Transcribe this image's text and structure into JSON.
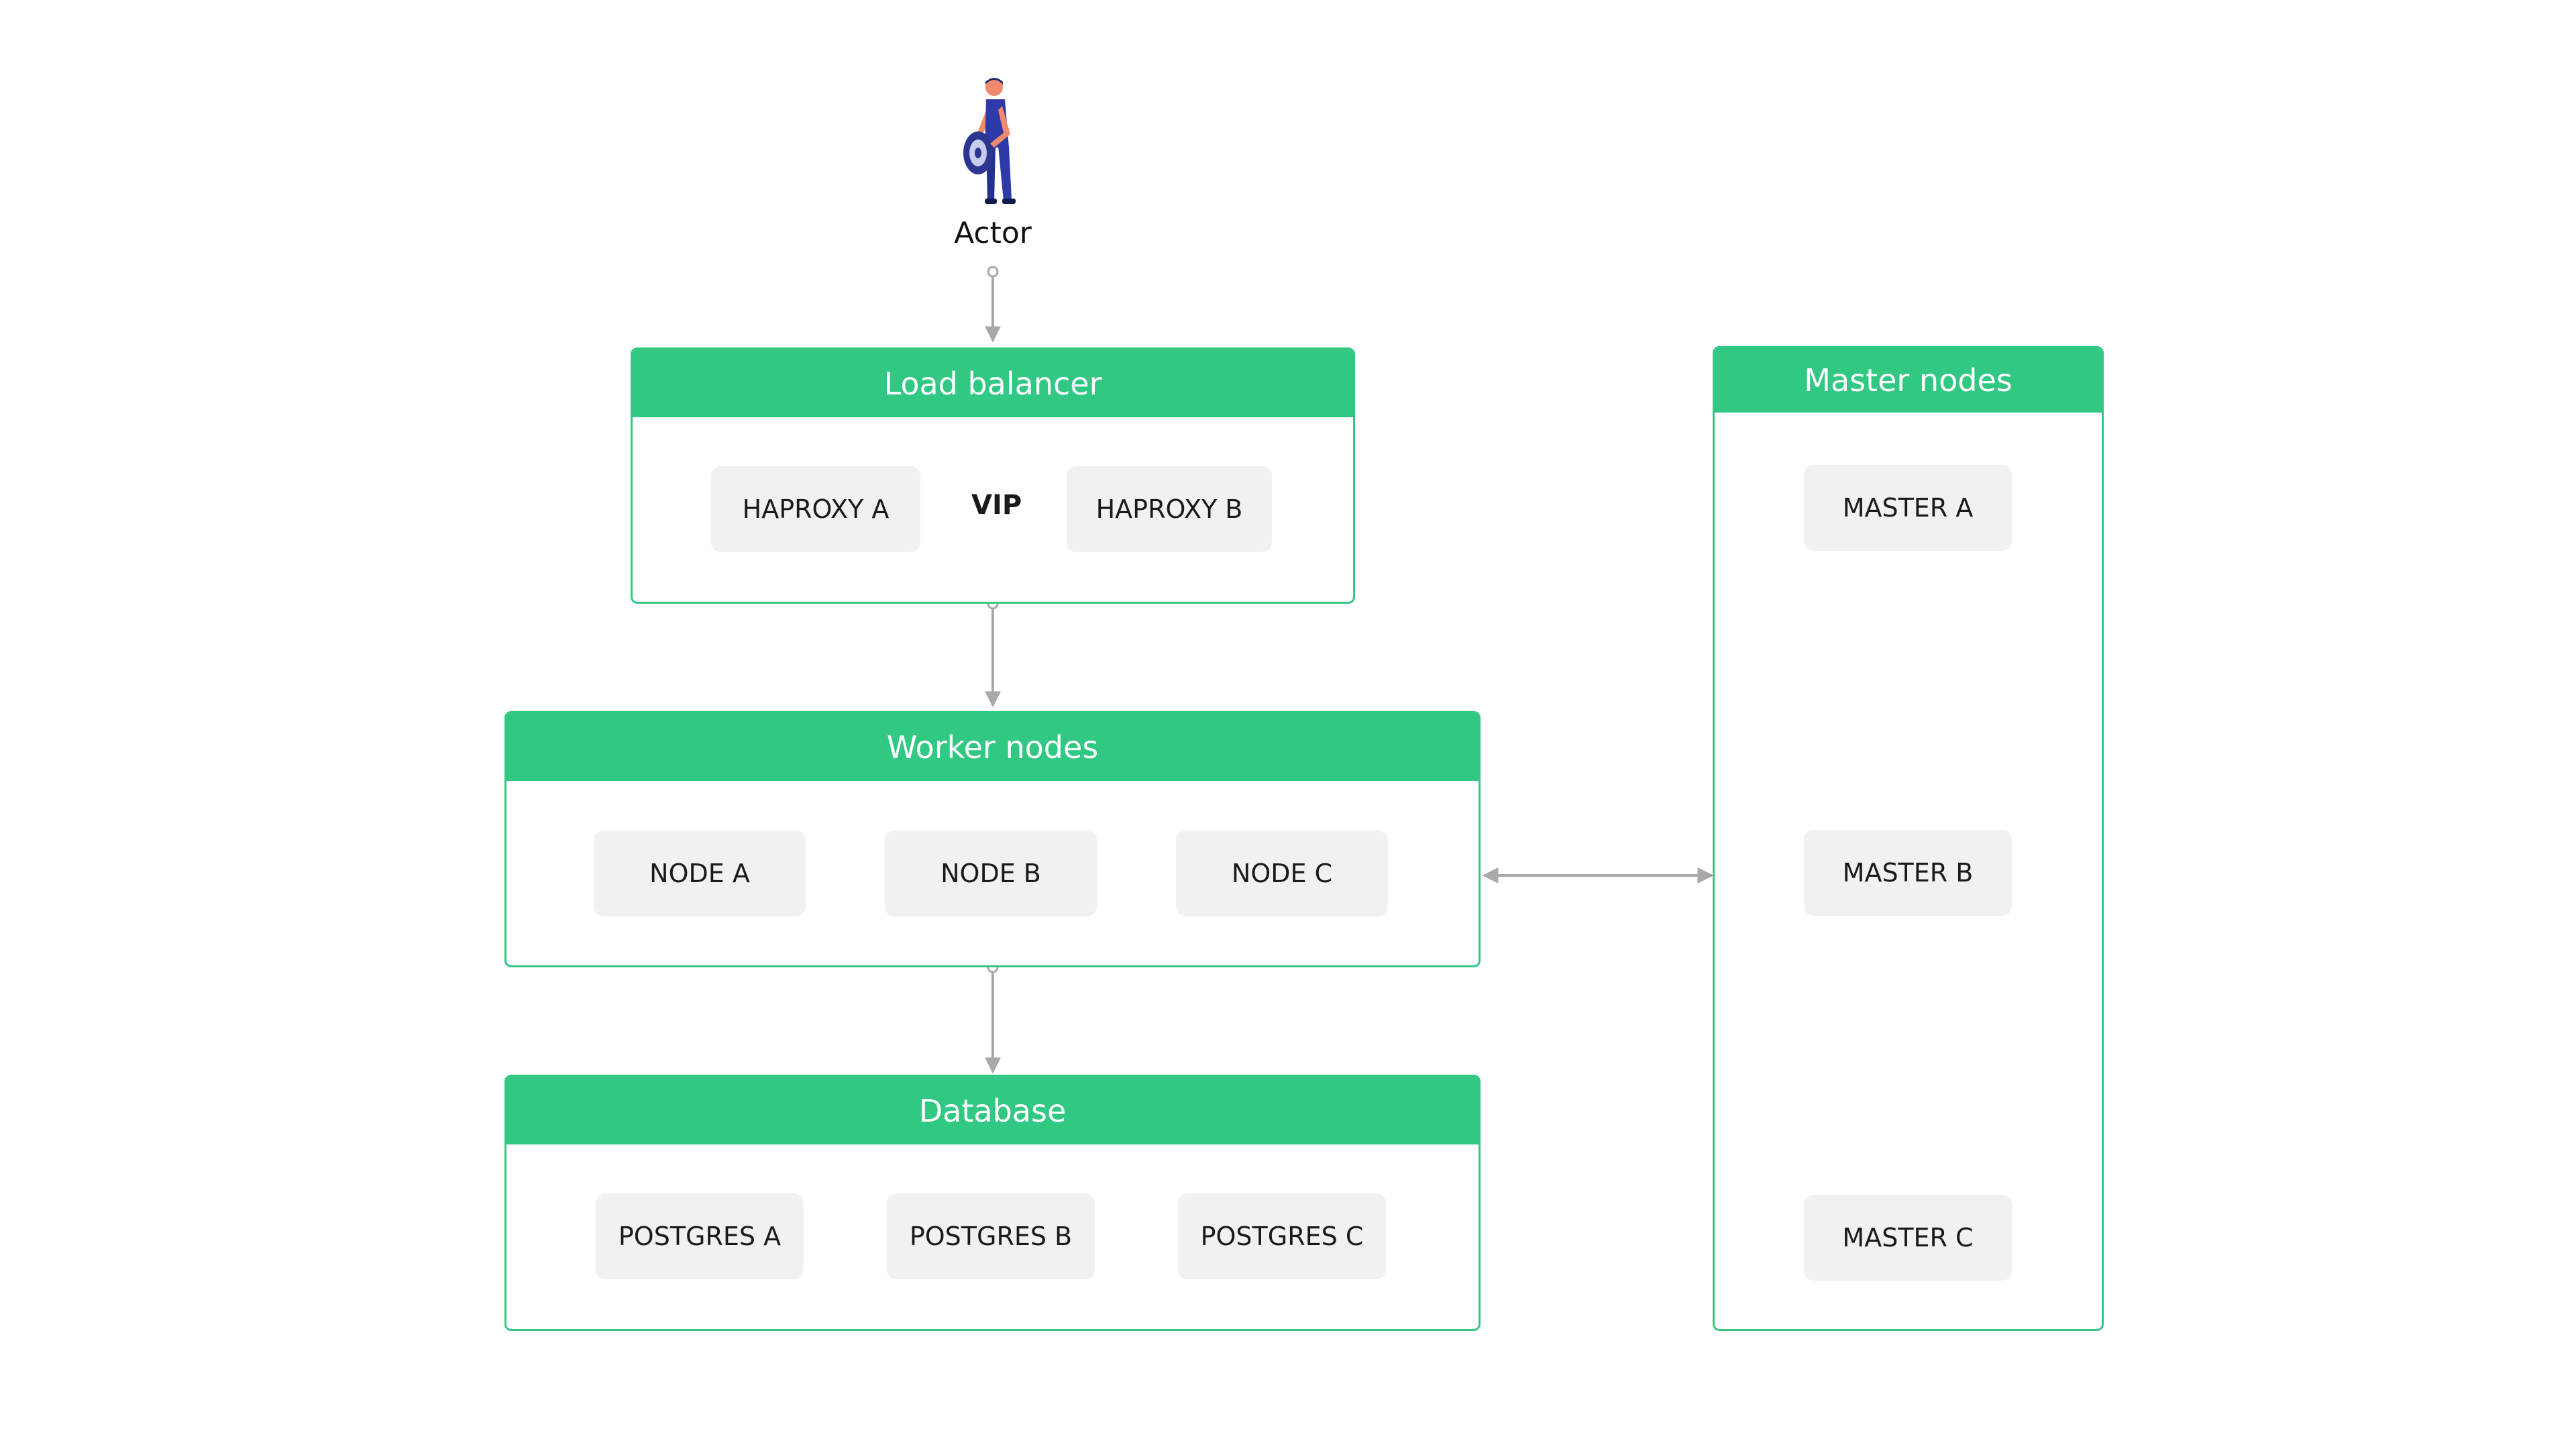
{
  "actor": {
    "label": "Actor"
  },
  "load_balancer": {
    "title": "Load balancer",
    "nodes": [
      "HAPROXY A",
      "HAPROXY B"
    ],
    "vip_label": "VIP"
  },
  "worker_nodes": {
    "title": "Worker nodes",
    "nodes": [
      "NODE A",
      "NODE B",
      "NODE C"
    ]
  },
  "database": {
    "title": "Database",
    "nodes": [
      "POSTGRES A",
      "POSTGRES B",
      "POSTGRES C"
    ]
  },
  "master_nodes": {
    "title": "Master nodes",
    "nodes": [
      "MASTER A",
      "MASTER B",
      "MASTER C"
    ]
  },
  "colors": {
    "header_green": "#31c883",
    "border_green": "#34c883",
    "node_gray": "#f1f1f1",
    "connector_gray": "#a8a8a8"
  }
}
